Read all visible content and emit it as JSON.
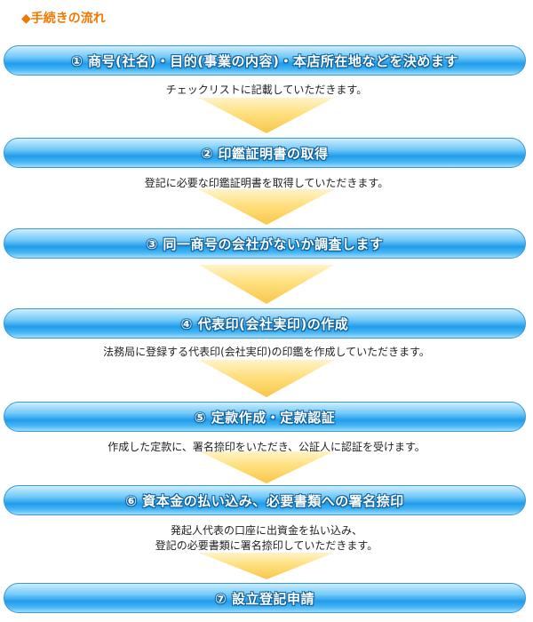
{
  "title": "◆手続きの流れ",
  "steps": [
    {
      "label": "① 商号(社名)・目的(事業の内容)・本店所在地などを決めます",
      "desc": [
        "チェックリストに記載していただきます。"
      ]
    },
    {
      "label": "② 印鑑証明書の取得",
      "desc": [
        "登記に必要な印鑑証明書を取得していただきます。"
      ]
    },
    {
      "label": "③ 同一商号の会社がないか調査します",
      "desc": []
    },
    {
      "label": "④ 代表印(会社実印)の作成",
      "desc": [
        "法務局に登録する代表印(会社実印)の印鑑を作成していただきます。"
      ]
    },
    {
      "label": "⑤ 定款作成・定款認証",
      "desc": [
        "作成した定款に、署名捺印をいただき、公証人に認証を受けます。"
      ]
    },
    {
      "label": "⑥ 資本金の払い込み、必要書類への署名捺印",
      "desc": [
        "発起人代表の口座に出資金を払い込み、",
        "登記の必要書類に署名捺印していただきます。"
      ]
    },
    {
      "label": "⑦ 設立登記申請",
      "desc": []
    }
  ]
}
